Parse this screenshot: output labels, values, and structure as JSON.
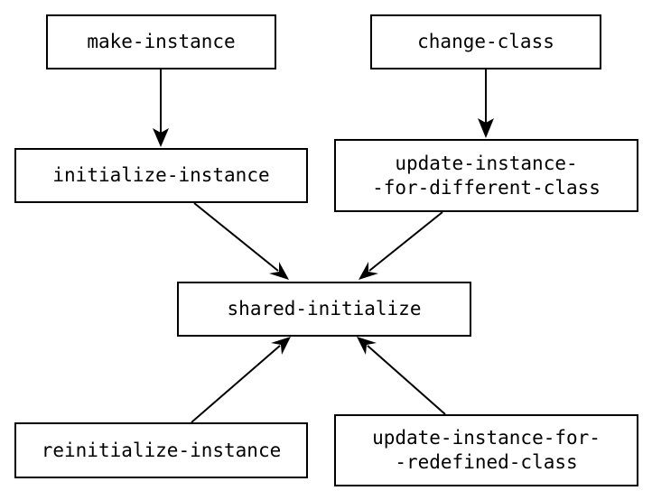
{
  "diagram": {
    "nodes": {
      "make_instance": "make-instance",
      "change_class": "change-class",
      "initialize_instance": "initialize-instance",
      "update_instance_for_different_class": "update-instance-\n-for-different-class",
      "shared_initialize": "shared-initialize",
      "reinitialize_instance": "reinitialize-instance",
      "update_instance_for_redefined_class": "update-instance-for-\n-redefined-class"
    },
    "edges": [
      {
        "from": "make-instance",
        "to": "initialize-instance"
      },
      {
        "from": "change-class",
        "to": "update-instance-for-different-class"
      },
      {
        "from": "initialize-instance",
        "to": "shared-initialize"
      },
      {
        "from": "update-instance-for-different-class",
        "to": "shared-initialize"
      },
      {
        "from": "reinitialize-instance",
        "to": "shared-initialize"
      },
      {
        "from": "update-instance-for-redefined-class",
        "to": "shared-initialize"
      }
    ],
    "colors": {
      "stroke": "#000000",
      "background": "#ffffff",
      "text": "#000000"
    }
  }
}
